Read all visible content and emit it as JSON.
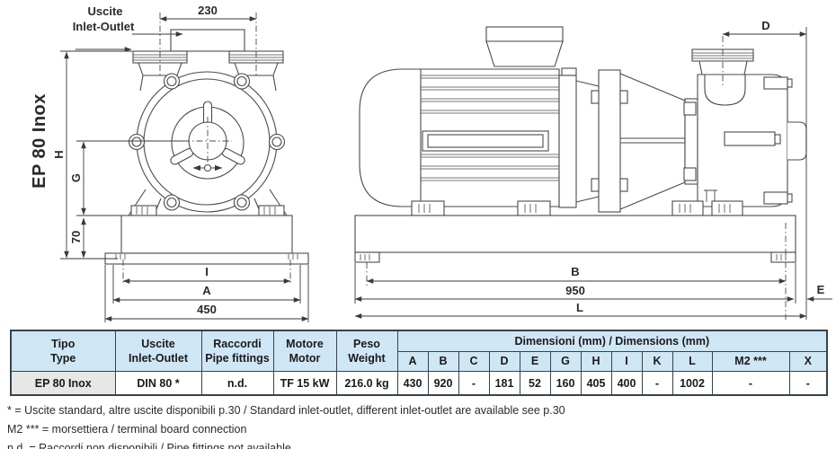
{
  "colors": {
    "table_header_bg": "#cfe6f5",
    "row_label_bg": "#e7e7e7",
    "table_border": "#39424c",
    "drawing_line": "#4a4a4a"
  },
  "drawing": {
    "side_label": "EP 80 Inox",
    "front": {
      "port_label_line1": "Uscite",
      "port_label_line2": "Inlet-Outlet",
      "dim_ports": "230",
      "dim_h": "H",
      "dim_g": "G",
      "dim_base_h": "70",
      "dim_i": "I",
      "dim_a": "A",
      "dim_total_w": "450"
    },
    "side": {
      "dim_d": "D",
      "dim_b": "B",
      "dim_base_w": "950",
      "dim_l": "L",
      "dim_e": "E"
    }
  },
  "table": {
    "col_headers": [
      {
        "it": "Tipo",
        "en": "Type"
      },
      {
        "it": "Uscite",
        "en": "Inlet-Outlet"
      },
      {
        "it": "Raccordi",
        "en": "Pipe fittings"
      },
      {
        "it": "Motore",
        "en": "Motor"
      },
      {
        "it": "Peso",
        "en": "Weight"
      }
    ],
    "dims_header": "Dimensioni (mm) / Dimensions (mm)",
    "dim_letters": [
      "A",
      "B",
      "C",
      "D",
      "E",
      "G",
      "H",
      "I",
      "K",
      "L",
      "M2 ***",
      "X"
    ],
    "row": {
      "type": "EP 80 Inox",
      "outlet": "DIN 80 *",
      "fittings": "n.d.",
      "motor": "TF 15 kW",
      "weight": "216.0 kg",
      "dims": [
        "430",
        "920",
        "-",
        "181",
        "52",
        "160",
        "405",
        "400",
        "-",
        "1002",
        "-",
        "-"
      ]
    }
  },
  "footnotes": [
    "* = Uscite standard, altre uscite disponibili p.30 / Standard inlet-outlet, different inlet-outlet are available see p.30",
    "M2 *** = morsettiera / terminal board connection",
    "n.d. = Raccordi non disponibili / Pipe fittings not available"
  ]
}
